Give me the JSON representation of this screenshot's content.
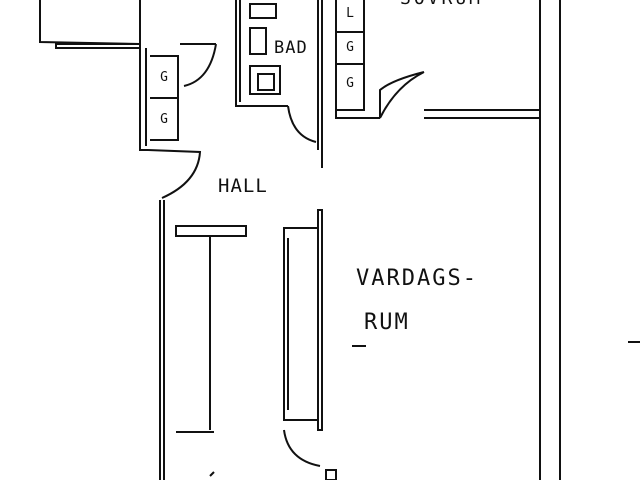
{
  "rooms": {
    "bad": "BAD",
    "hall": "HALL",
    "vardagsrum_line1": "VARDAGS-",
    "vardagsrum_line2": "RUM",
    "top_room_partial": "SOVRUM"
  },
  "closets": {
    "left_upper": "G",
    "left_lower": "G",
    "right_l": "L",
    "right_g1": "G",
    "right_g2": "G"
  },
  "colors": {
    "ink": "#111111",
    "paper": "#ffffff"
  }
}
